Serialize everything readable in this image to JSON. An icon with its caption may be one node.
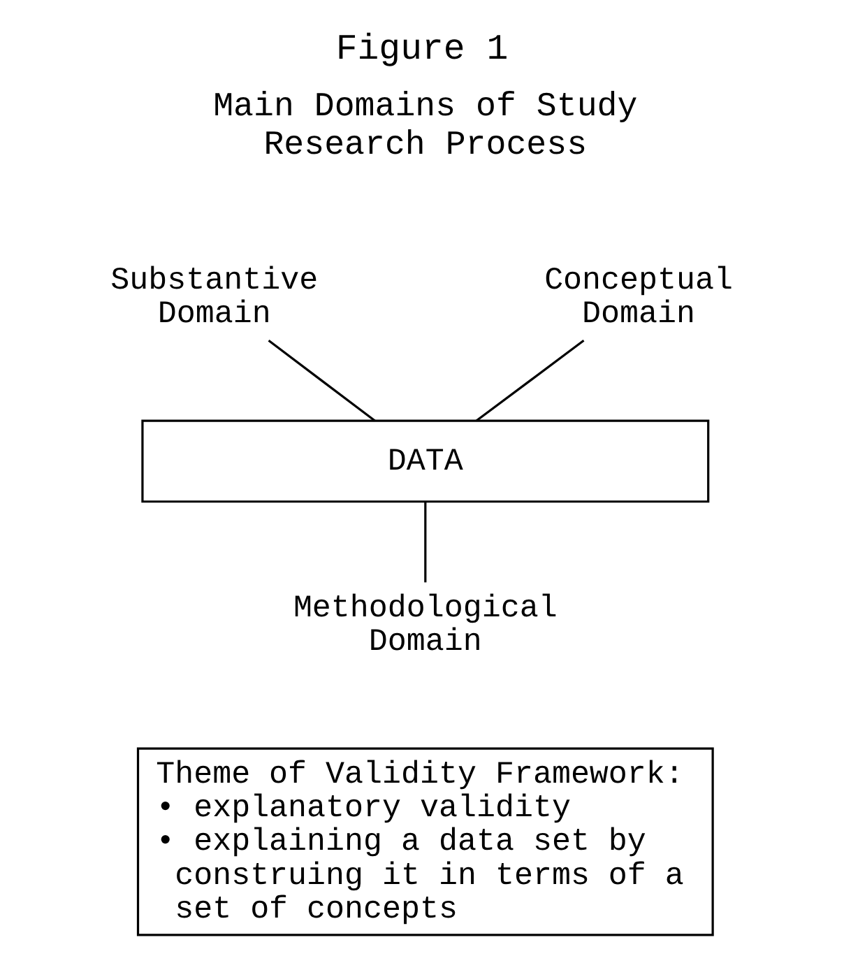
{
  "diagram": {
    "title": "Figure 1",
    "nodes": [
      {
        "text": [
          "Substantive Domain"
        ]
      },
      {
        "text": [
          "Conceptual Domain"
        ]
      },
      {
        "text": [
          "DATA"
        ]
      },
      {
        "text": [
          "Methodological Domain"
        ]
      },
      {
        "text": [
          "Theme of Validity Framework:",
          "• explanatory validity",
          "• explaining a data set by construing it in terms of a set of concepts"
        ]
      }
    ],
    "edges": [
      {
        "from": 0,
        "to": 2,
        "arrow": "none"
      },
      {
        "from": 1,
        "to": 2,
        "arrow": "none"
      },
      {
        "from": 2,
        "to": 3,
        "arrow": "none"
      }
    ],
    "labels": [
      "Main Domains of Study Research Process"
    ]
  }
}
